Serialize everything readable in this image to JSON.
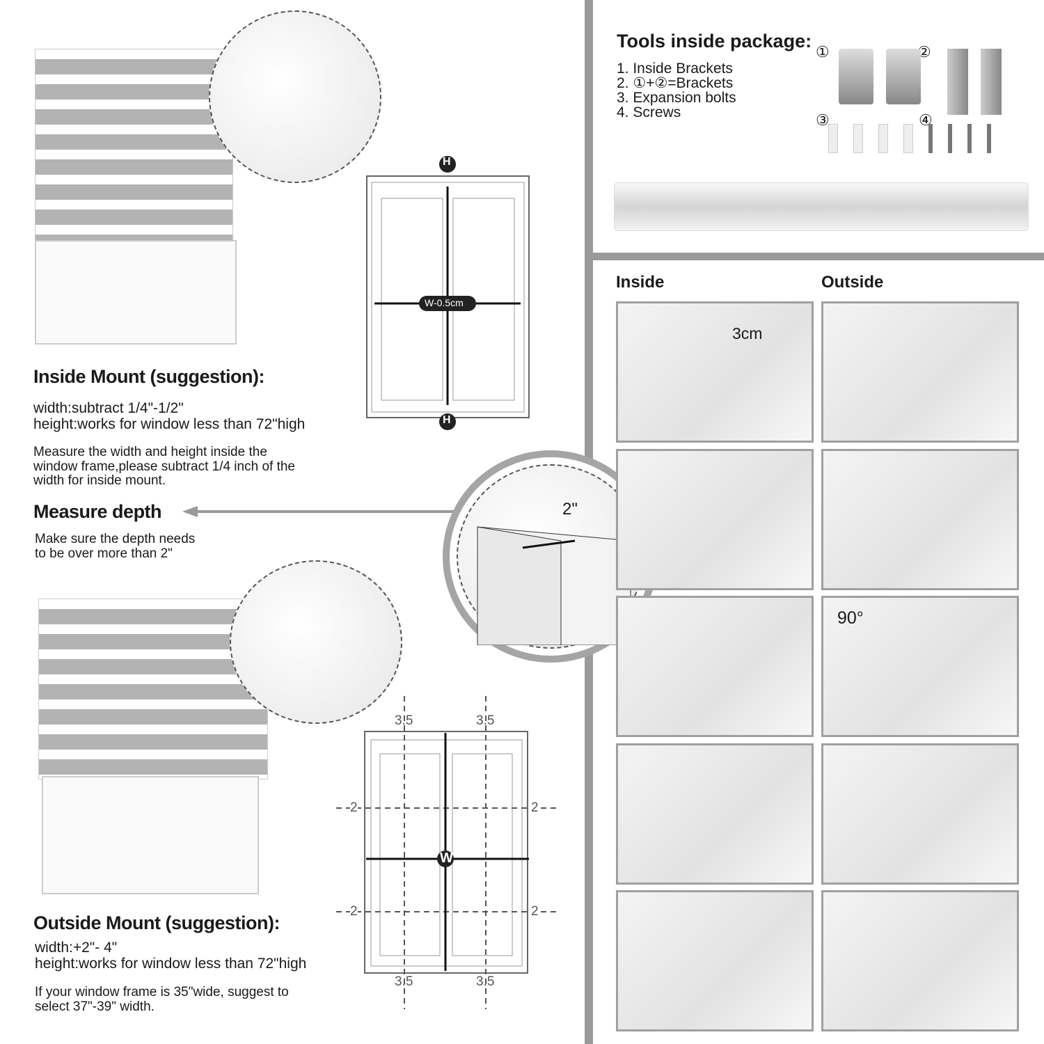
{
  "tools": {
    "title": "Tools inside package:",
    "items": [
      "1. Inside Brackets",
      "2. ①+②=Brackets",
      "3. Expansion bolts",
      "4. Screws"
    ],
    "markers": [
      "①",
      "②",
      "③",
      "④"
    ]
  },
  "inside_mount": {
    "title": "Inside Mount (suggestion):",
    "width": "width:subtract 1/4\"-1/2\"",
    "height": "height:works for window less than 72\"high",
    "note_lines": [
      "Measure the width and height inside the",
      "window frame,please subtract 1/4 inch of the",
      "width for inside mount."
    ],
    "diagram": {
      "top_label": "H",
      "bottom_label": "H",
      "width_label": "W-0.5cm"
    }
  },
  "depth": {
    "title": "Measure depth",
    "note_lines": [
      "Make sure the depth needs",
      "to be over more than 2\""
    ],
    "depth_label": "2\""
  },
  "outside_mount": {
    "title": "Outside Mount (suggestion):",
    "width": "width:+2\"- 4\"",
    "height": "height:works for window less than 72\"high",
    "note_lines": [
      "If your window frame is 35\"wide, suggest to",
      "select 37\"-39\" width."
    ],
    "diagram": {
      "top_left": "3.5",
      "top_right": "3.5",
      "bottom_left": "3.5",
      "bottom_right": "3.5",
      "side": "2",
      "center": "W"
    }
  },
  "steps": {
    "inside_label": "Inside",
    "outside_label": "Outside",
    "inside_annotation": "3cm",
    "outside_annotation": "90°"
  },
  "colors": {
    "divider": "#9a9a9a",
    "frame": "#a0a0a0",
    "text": "#1a1a1a"
  }
}
